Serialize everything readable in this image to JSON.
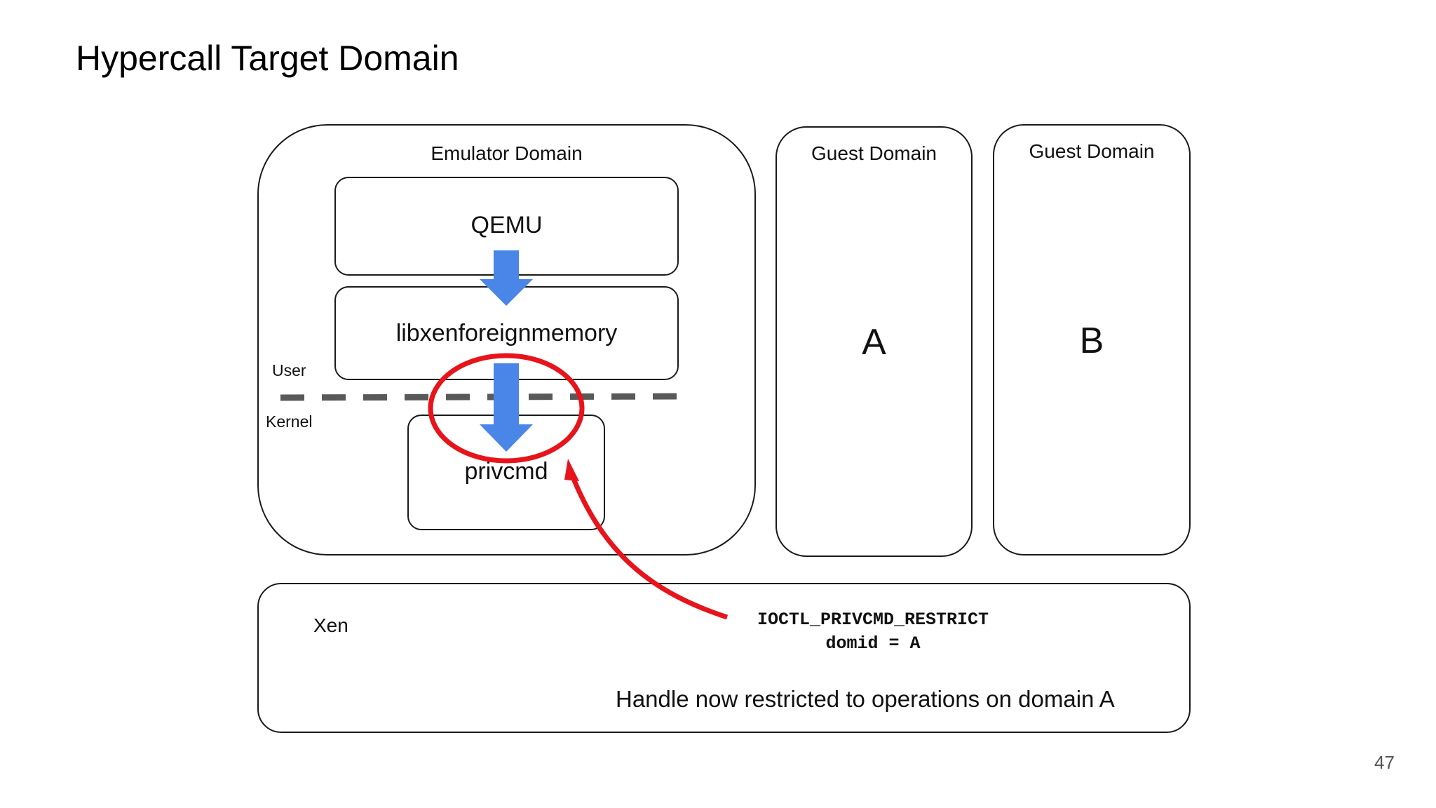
{
  "slide": {
    "title": "Hypercall Target Domain",
    "page_number": "47"
  },
  "diagram": {
    "emulator_domain": {
      "label": "Emulator Domain",
      "qemu": "QEMU",
      "lib": "libxenforeignmemory",
      "privcmd": "privcmd",
      "user_label": "User",
      "kernel_label": "Kernel"
    },
    "guest_a": {
      "label": "Guest Domain",
      "letter": "A"
    },
    "guest_b": {
      "label": "Guest Domain",
      "letter": "B"
    },
    "xen": {
      "label": "Xen",
      "ioctl_line1": "IOCTL_PRIVCMD_RESTRICT",
      "ioctl_line2": "domid = A",
      "note": "Handle now restricted to operations on domain A"
    }
  },
  "colors": {
    "arrow_blue": "#4a86e8",
    "highlight_red": "#e8141b",
    "dash_gray": "#595959"
  }
}
